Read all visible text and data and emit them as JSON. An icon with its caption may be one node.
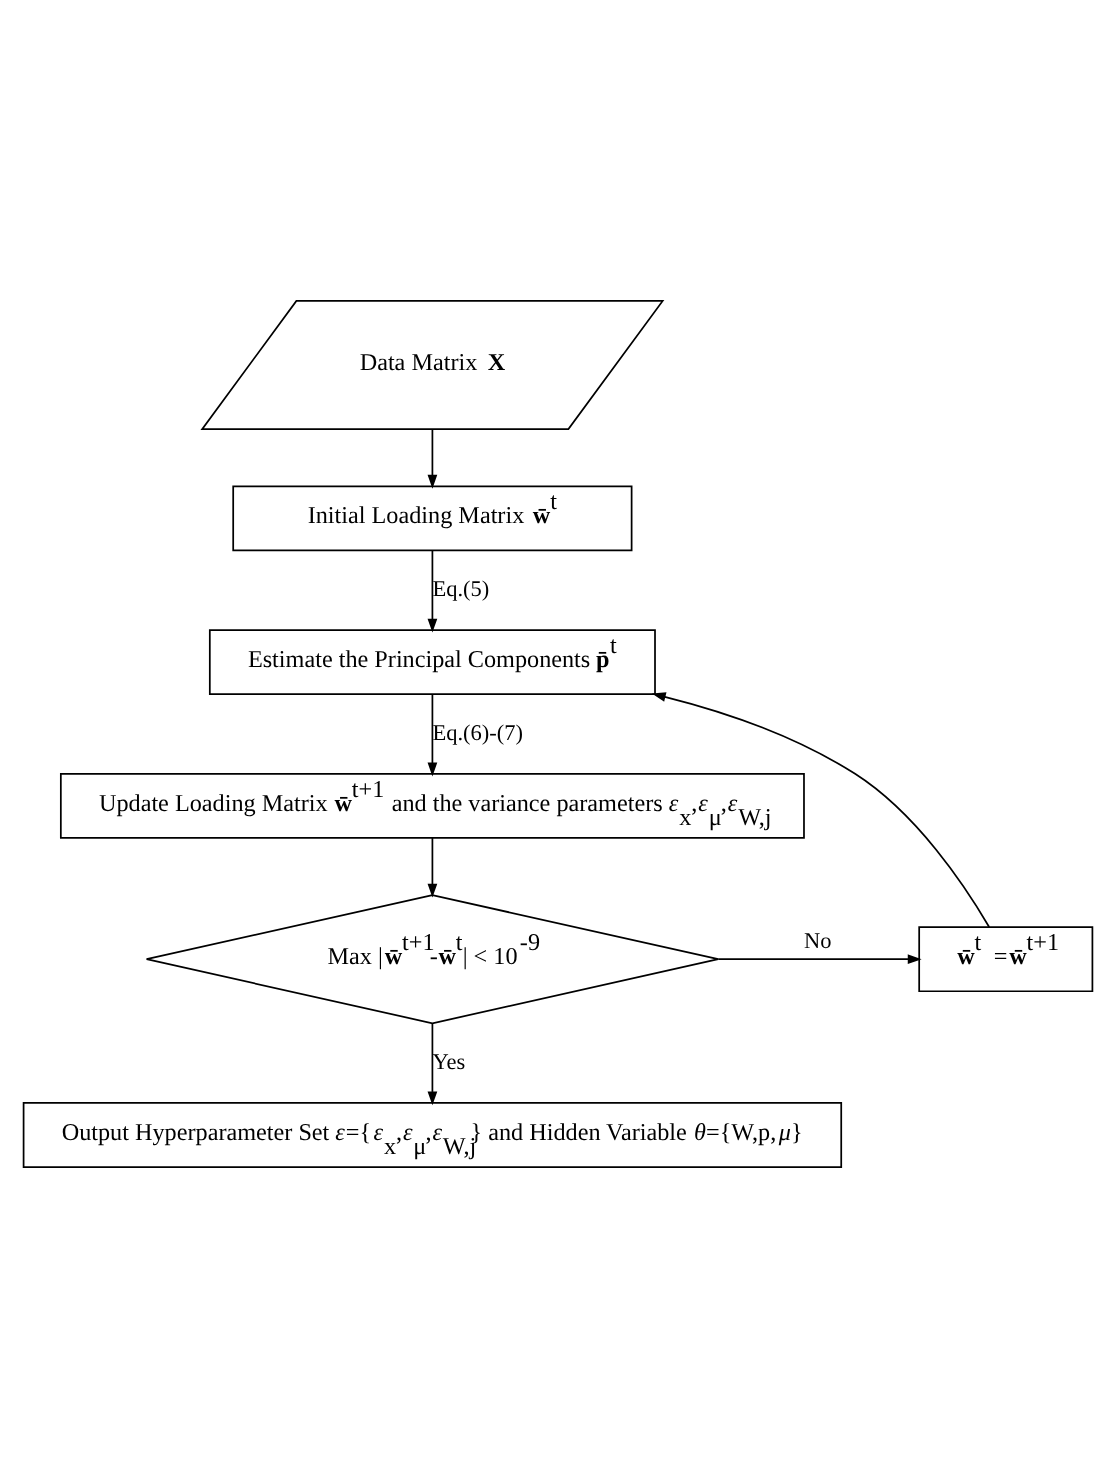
{
  "diagram": {
    "nodes": [
      {
        "text": [
          "Data Matrix **X**"
        ]
      },
      {
        "text": [
          "Initial Loading Matrix **w̄**$^{t}$"
        ]
      },
      {
        "text": [
          "Estimate the Principal Components **p̄**$^{t}$"
        ]
      },
      {
        "text": [
          "Update Loading Matrix **w̄**$^{t+1}$ and the variance parameters *ε*$_{x}$,*ε*$_{μ}$,*ε*$_{W,j}$"
        ]
      },
      {
        "text": [
          "Max |**w̄**$^{t+1}$-**w̄**$^{t}$| < 10$^{-9}$"
        ]
      },
      {
        "text": [
          "**w̄**$^{t}$ =**w̄**$^{t+1}$"
        ]
      },
      {
        "text": [
          "Output Hyperparameter Set *ε*={*ε*$_{x}$,*ε*$_{μ}$,*ε*$_{W,j}$} and Hidden Variable *θ*={W,p,*μ*}"
        ]
      }
    ],
    "edges": [
      {
        "from": 0,
        "to": 1,
        "arrow": "to"
      },
      {
        "from": 1,
        "to": 2,
        "arrow": "to",
        "label": "Eq.(5)"
      },
      {
        "from": 2,
        "to": 3,
        "arrow": "to",
        "label": "Eq.(6)-(7)"
      },
      {
        "from": 3,
        "to": 4,
        "arrow": "to"
      },
      {
        "from": 4,
        "to": 5,
        "arrow": "to",
        "label": "No"
      },
      {
        "from": 5,
        "to": 2,
        "arrow": "to"
      },
      {
        "from": 4,
        "to": 6,
        "arrow": "to",
        "label": "Yes"
      }
    ]
  }
}
